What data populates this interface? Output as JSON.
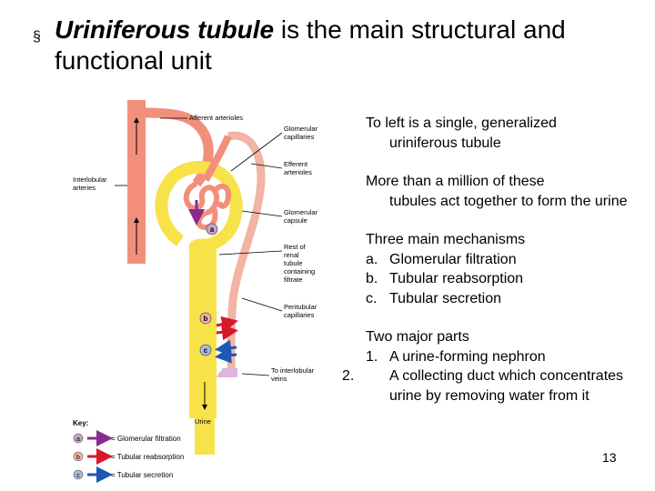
{
  "slide": {
    "bullet": "§",
    "title_italic": "Uriniferous tubule",
    "title_rest": " is the main structural and functional unit",
    "page_number": "13"
  },
  "notes": {
    "p1_line1": "To left is a single, generalized",
    "p1_line2": "uriniferous tubule",
    "p2_line1": "More than a million of these",
    "p2_line2": "tubules act together to form the urine",
    "p3_head": "Three main mechanisms",
    "p3_items": [
      {
        "n": "a.",
        "t": "Glomerular filtration"
      },
      {
        "n": "b.",
        "t": "Tubular reabsorption"
      },
      {
        "n": "c.",
        "t": "Tubular secretion"
      }
    ],
    "p4_head": "Two major parts",
    "p4_items": [
      {
        "n": "1.",
        "t": "A urine-forming nephron"
      },
      {
        "n": "2.",
        "t": "A collecting duct which concentrates urine by removing water from it"
      }
    ]
  },
  "diagram": {
    "labels": {
      "afferent": "Afferent arterioles",
      "glomerular_cap_1": "Glomerular",
      "glomerular_cap_2": "capillaries",
      "efferent_1": "Efferent",
      "efferent_2": "arterioles",
      "interlobular_1": "Interlobular",
      "interlobular_2": "arteries",
      "capsule_1": "Glomerular",
      "capsule_2": "capsule",
      "rest_1": "Rest of",
      "rest_2": "renal",
      "rest_3": "tubule",
      "rest_4": "containing",
      "rest_5": "filtrate",
      "peritub_1": "Peritubular",
      "peritub_2": "capillaries",
      "veins_1": "To interlobular",
      "veins_2": "veins",
      "urine": "Urine"
    },
    "markers": {
      "a": "a",
      "b": "b",
      "c": "c"
    },
    "key": {
      "title": "Key:",
      "a_label": "= Glomerular filtration",
      "b_label": "= Tubular reabsorption",
      "c_label": "= Tubular secretion"
    },
    "colors": {
      "artery": "#f28f7a",
      "tubule": "#f7e24a",
      "vein": "#dcb6dc",
      "filtration": "#8a2a8f",
      "reabsorption": "#d7182a",
      "secretion": "#1f57b5",
      "marker_a": "#c9a3c8",
      "marker_b": "#f0b4a0",
      "marker_c": "#a9b9dc"
    }
  }
}
